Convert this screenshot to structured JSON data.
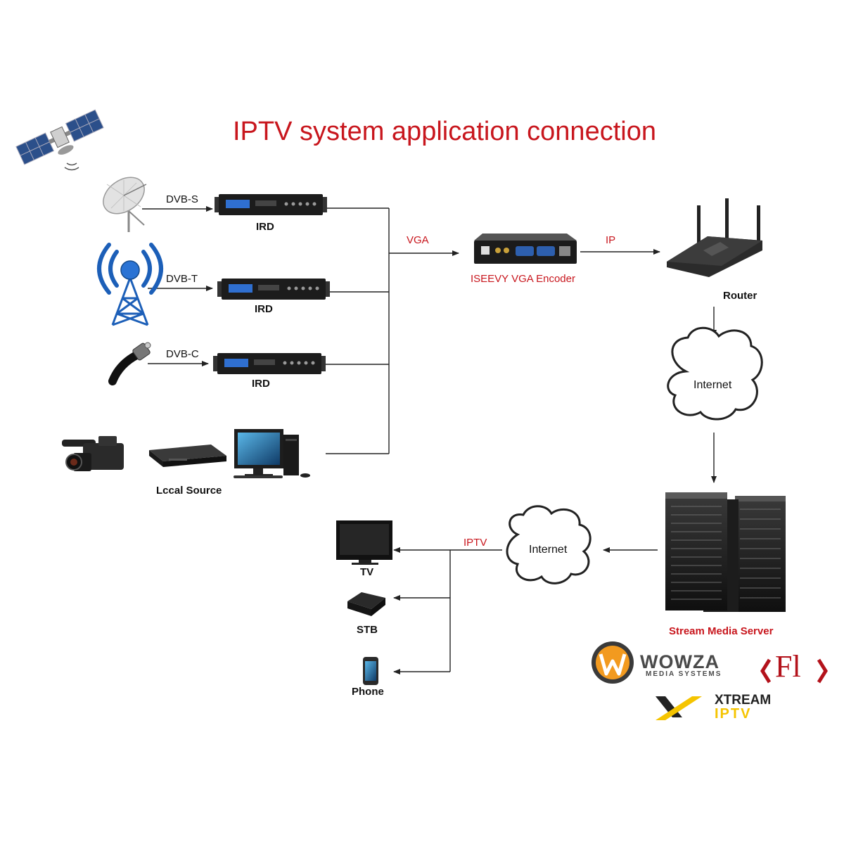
{
  "title": "IPTV system application connection",
  "labels": {
    "dvb_s": "DVB-S",
    "dvb_t": "DVB-T",
    "dvb_c": "DVB-C",
    "ird": "IRD",
    "local_source": "Lccal Source",
    "vga": "VGA",
    "ip": "IP",
    "encoder": "ISEEVY VGA Encoder",
    "router": "Router",
    "internet": "Internet",
    "server": "Stream Media Server",
    "iptv": "IPTV",
    "tv": "TV",
    "stb": "STB",
    "phone": "Phone"
  },
  "logos": {
    "wowza_name": "WOWZA",
    "wowza_sub": "MEDIA SYSTEMS",
    "xtream_top": "XTREAM",
    "xtream_bottom": "IPTV",
    "fl_mark": "Fl"
  },
  "colors": {
    "accent_red": "#c8161d",
    "antenna_blue": "#1c5fb8",
    "wowza_orange": "#f29a1f",
    "xtream_yellow": "#f5c400"
  }
}
